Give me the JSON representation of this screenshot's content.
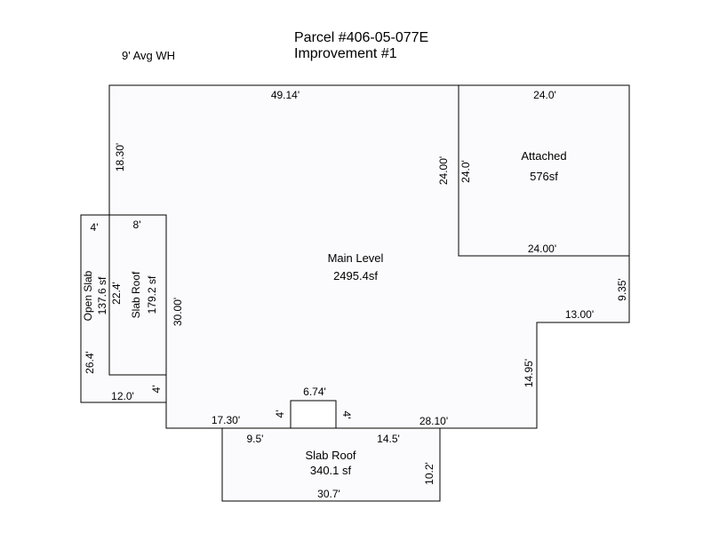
{
  "header": {
    "parcel": "Parcel #406-05-077E",
    "improvement": "Improvement #1",
    "wall_height": "9' Avg WH"
  },
  "main": {
    "name": "Main Level",
    "area": "2495.4sf",
    "dims": {
      "top": "49.14'",
      "left": "18.30'",
      "inner_left": "30.00'",
      "attached_inner": "24.00'",
      "right_upper": "9.35'",
      "right_step": "13.00'",
      "right_lower": "14.95'",
      "bottom_right": "28.10'",
      "bottom_left": "17.30'",
      "notch_top": "6.74'",
      "notch_left": "4'",
      "notch_right": "4'",
      "slab_step": "4'"
    }
  },
  "attached": {
    "name": "Attached",
    "area": "576sf",
    "dims": {
      "top": "24.0'",
      "left": "24.0'",
      "bottom": "24.00'"
    }
  },
  "slab_roof_side": {
    "name": "Slab Roof",
    "area": "179.2 sf",
    "dims": {
      "top": "8'",
      "side": "22.4'"
    }
  },
  "open_slab": {
    "name": "Open Slab",
    "area": "137.6 sf",
    "dims": {
      "top": "4'",
      "side": "26.4'",
      "bottom": "12.0'"
    }
  },
  "slab_roof_bottom": {
    "name": "Slab Roof",
    "area": "340.1 sf",
    "dims": {
      "top_left": "9.5'",
      "top_right": "14.5'",
      "right": "10.2'",
      "bottom": "30.7'"
    }
  }
}
